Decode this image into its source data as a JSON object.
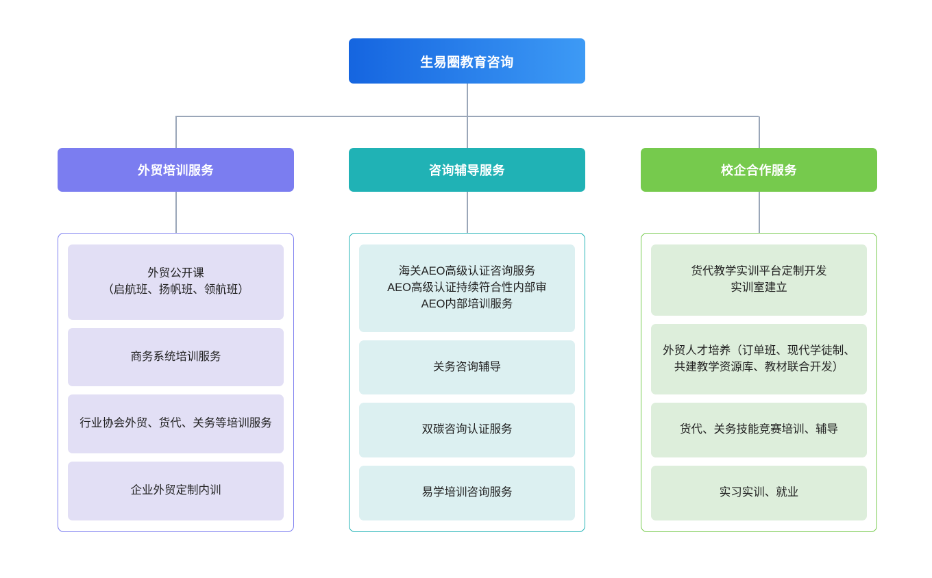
{
  "diagram": {
    "type": "organizational-tree",
    "orientation": "top-down",
    "background": "#ffffff",
    "connector_color": "#9aa6b8",
    "root": {
      "label": "生易圈教育咨询",
      "gradient_from": "#1565e0",
      "gradient_to": "#3d9af5",
      "text_color": "#ffffff"
    },
    "branches": [
      {
        "label": "外贸培训服务",
        "header_color": "#7b7df0",
        "border_color": "#7b7df0",
        "card_color": "#e2dff5",
        "text_color": "#ffffff",
        "items": [
          {
            "label": "外贸公开课\n（启航班、扬帆班、领航班）"
          },
          {
            "label": "商务系统培训服务"
          },
          {
            "label": "行业协会外贸、货代、关务等培训服务"
          },
          {
            "label": "企业外贸定制内训"
          }
        ]
      },
      {
        "label": "咨询辅导服务",
        "header_color": "#20b2b5",
        "border_color": "#20b2b5",
        "card_color": "#dcf0f1",
        "text_color": "#ffffff",
        "items": [
          {
            "label": "海关AEO高级认证咨询服务\nAEO高级认证持续符合性内部审\nAEO内部培训服务"
          },
          {
            "label": "关务咨询辅导"
          },
          {
            "label": "双碳咨询认证服务"
          },
          {
            "label": "易学培训咨询服务"
          }
        ]
      },
      {
        "label": "校企合作服务",
        "header_color": "#76ca4d",
        "border_color": "#76ca4d",
        "card_color": "#ddeedb",
        "text_color": "#ffffff",
        "items": [
          {
            "label": "货代教学实训平台定制开发\n实训室建立"
          },
          {
            "label": "外贸人才培养（订单班、现代学徒制、共建教学资源库、教材联合开发）"
          },
          {
            "label": "货代、关务技能竞赛培训、辅导"
          },
          {
            "label": "实习实训、就业"
          }
        ]
      }
    ]
  }
}
